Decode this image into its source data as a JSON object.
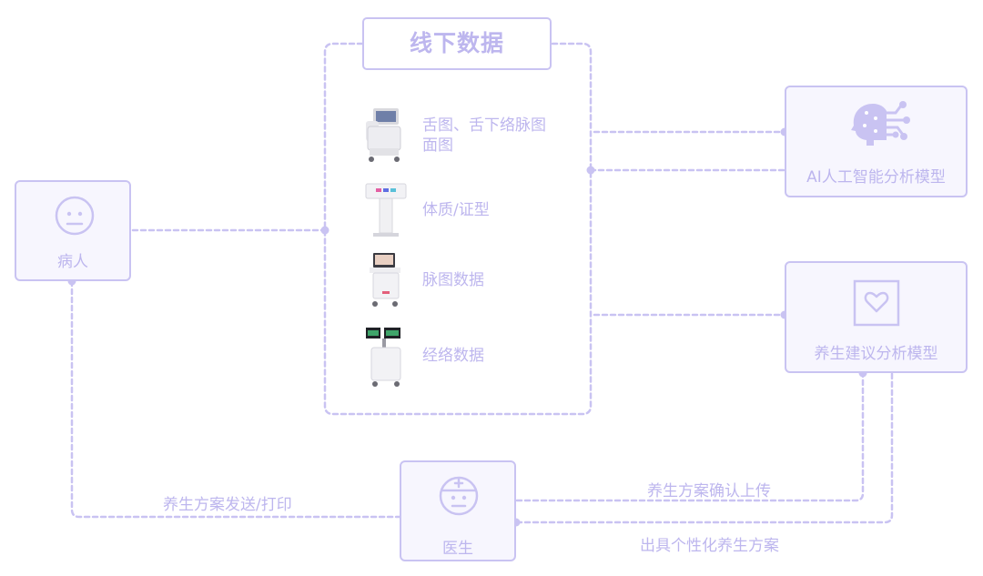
{
  "offline": {
    "title": "线下数据",
    "items": [
      {
        "label_line1": "舌图、舌下络脉图",
        "label_line2": "面图"
      },
      {
        "label_line1": "体质/证型",
        "label_line2": ""
      },
      {
        "label_line1": "脉图数据",
        "label_line2": ""
      },
      {
        "label_line1": "经络数据",
        "label_line2": ""
      }
    ]
  },
  "patient": {
    "label": "病人",
    "icon": "face-icon"
  },
  "doctor": {
    "label": "医生",
    "icon": "doctor-icon"
  },
  "ai_model": {
    "label": "AI人工智能分析模型",
    "icon": "ai-brain-icon"
  },
  "health_model": {
    "label": "养生建议分析模型",
    "icon": "heart-icon"
  },
  "edges": {
    "send_print": "养生方案发送/打印",
    "confirm_upload": "养生方案确认上传",
    "personalized_plan": "出具个性化养生方案"
  },
  "colors": {
    "accent": "#c9c3f2",
    "text": "#bdb6ee",
    "fill": "#f7f6fe"
  }
}
